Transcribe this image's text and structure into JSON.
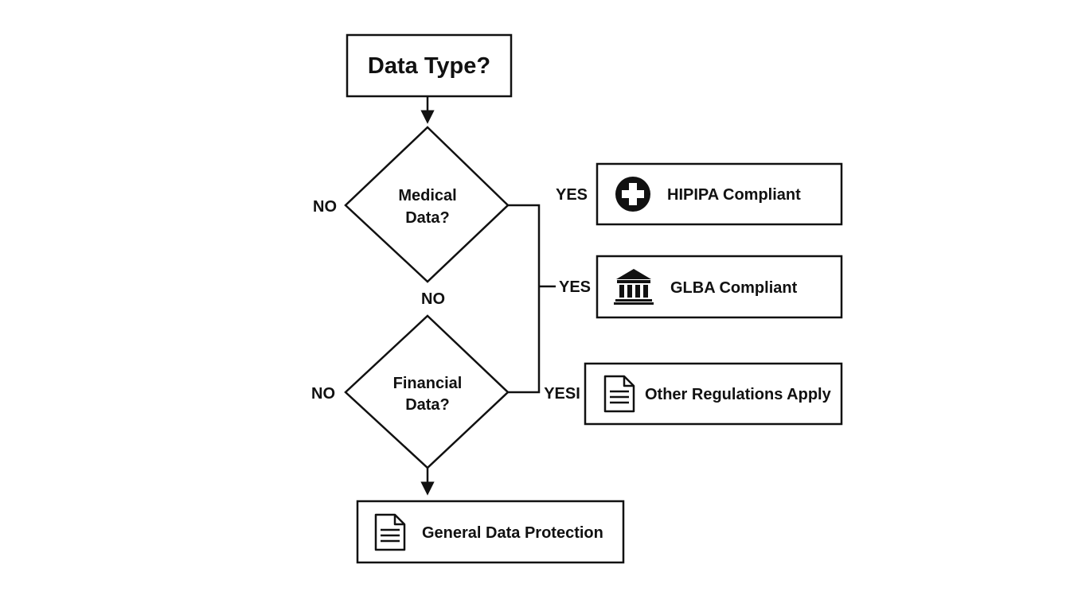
{
  "start": {
    "label": "Data Type?"
  },
  "decisions": {
    "medical": {
      "line1": "Medical",
      "line2": "Data?"
    },
    "financial": {
      "line1": "Financial",
      "line2": "Data?"
    }
  },
  "edge_labels": {
    "medical_no_left": "NO",
    "medical_no_down": "NO",
    "financial_no_left": "NO",
    "yes_top": "YES",
    "yes_middle": "YES",
    "yes_bottom": "YESI"
  },
  "outcomes": {
    "hipaa": {
      "label": "HIPIPA Compliant",
      "icon": "medical-cross-icon"
    },
    "glba": {
      "label": "GLBA Compliant",
      "icon": "bank-icon"
    },
    "other": {
      "label": "Other Regulations Apply",
      "icon": "document-icon"
    },
    "general": {
      "label": "General Data Protection",
      "icon": "document-icon"
    }
  },
  "colors": {
    "stroke": "#111111",
    "background": "#ffffff"
  }
}
